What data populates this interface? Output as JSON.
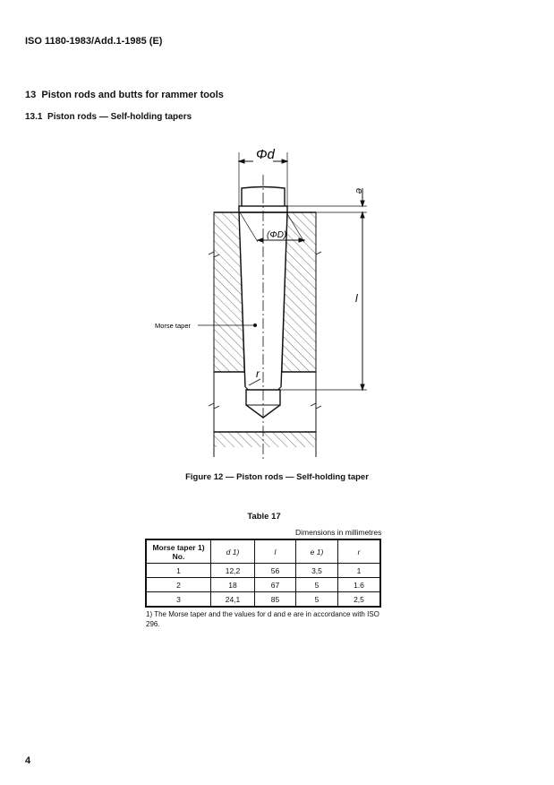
{
  "header": "ISO 1180-1983/Add.1-1985 (E)",
  "section": {
    "number": "13",
    "title": "Piston rods and butts for rammer tools"
  },
  "subsection": {
    "number": "13.1",
    "title": "Piston rods — Self-holding tapers"
  },
  "figure": {
    "label_d": "Φd",
    "label_D": "(ΦD)",
    "label_e": "e",
    "label_l": "l",
    "label_r": "r",
    "callout": "Morse taper",
    "caption": "Figure 12 — Piston rods — Self-holding taper"
  },
  "table": {
    "title": "Table 17",
    "units": "Dimensions in millimetres",
    "headers": [
      "Morse taper 1) No.",
      "d 1)",
      "l",
      "e 1)",
      "r"
    ],
    "rows": [
      [
        "1",
        "12,2",
        "56",
        "3,5",
        "1"
      ],
      [
        "2",
        "18",
        "67",
        "5",
        "1.6"
      ],
      [
        "3",
        "24,1",
        "85",
        "5",
        "2,5"
      ]
    ],
    "footnote": "1)  The Morse taper and the values for d and e are in accordance with ISO 296."
  },
  "page_number": "4"
}
